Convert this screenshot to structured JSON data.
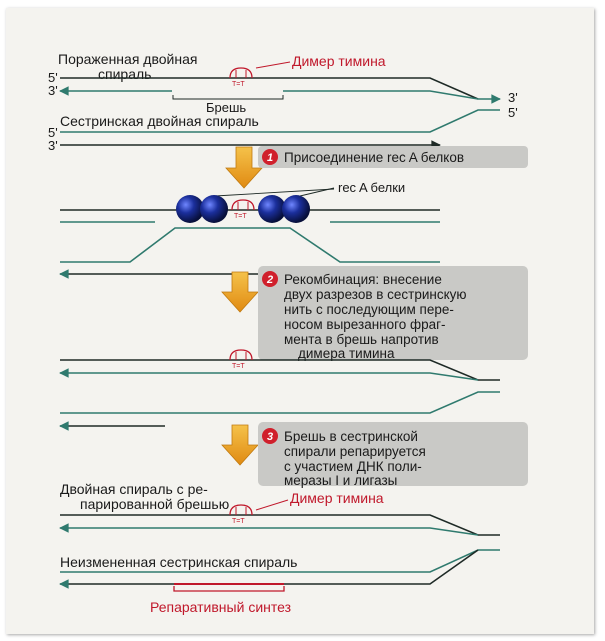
{
  "labels": {
    "damaged_helix_1": "Пораженная двойная",
    "damaged_helix_2": "спираль",
    "thymine_dimer": "Димер тимина",
    "gap": "Брешь",
    "sister_helix": "Сестринская двойная спираль",
    "reca_proteins": "rec A белки",
    "repaired_helix_1": "Двойная спираль с ре-",
    "repaired_helix_2": "парированной брешью",
    "thymine_dimer_2": "Димер тимина",
    "unchanged_sister": "Неизмененная сестринская спираль",
    "repair_synthesis": "Репаративный синтез",
    "dimer_mark": "T=T",
    "five_prime": "5'",
    "three_prime": "3'"
  },
  "steps": [
    {
      "number": "1",
      "lines": [
        "Присоединение rec A белков"
      ]
    },
    {
      "number": "2",
      "lines": [
        "Рекомбинация: внесение",
        "двух разрезов в сестринскую",
        "нить с последующим пере-",
        "носом вырезанного фраг-",
        "мента в брешь напротив",
        "димера тимина"
      ]
    },
    {
      "number": "3",
      "lines": [
        "Брешь в сестринской",
        "спирали репарируется",
        "с участием ДНК поли-",
        "меразы I и лигазы"
      ]
    }
  ],
  "colors": {
    "strand_dark": "#1e2a26",
    "strand_teal": "#2f7a6e",
    "dimer_red": "#c0182b",
    "arrow_orange": "#e8a21a",
    "step_box": "#c9c9c6",
    "step_badge": "#d0202c",
    "protein_blue": "#1b2f9c"
  }
}
